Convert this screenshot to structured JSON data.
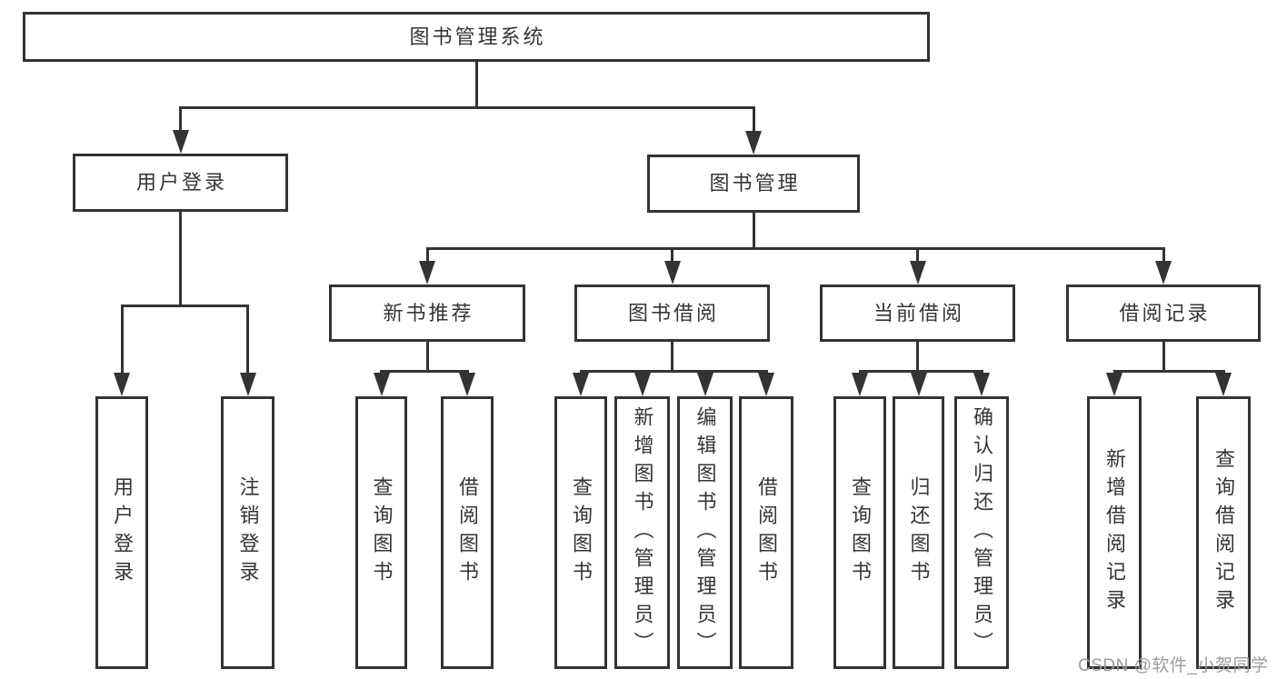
{
  "page": {
    "title": "图书管理系统"
  },
  "diagram": {
    "watermark": "CSDN @软件_小贺同学",
    "colors": {
      "background": "#ffffff",
      "box_fill": "#ffffff",
      "line": "#333333",
      "text": "#353535",
      "watermark": "#9b9b9b"
    },
    "tree": {
      "id": "root",
      "label": "图书管理系统",
      "children": [
        {
          "id": "user-login",
          "label": "用户登录",
          "children": [
            {
              "id": "leaf-user-login",
              "label": "用户登录"
            },
            {
              "id": "leaf-logout",
              "label": "注销登录"
            }
          ]
        },
        {
          "id": "book-mgmt",
          "label": "图书管理",
          "children": [
            {
              "id": "new-book-rec",
              "label": "新书推荐",
              "children": [
                {
                  "id": "nbr-query",
                  "label": "查询图书"
                },
                {
                  "id": "nbr-borrow",
                  "label": "借阅图书"
                }
              ]
            },
            {
              "id": "book-borrow",
              "label": "图书借阅",
              "children": [
                {
                  "id": "bb-query",
                  "label": "查询图书"
                },
                {
                  "id": "bb-add",
                  "label": "新增图书（管理员）"
                },
                {
                  "id": "bb-edit",
                  "label": "编辑图书（管理员）"
                },
                {
                  "id": "bb-borrow",
                  "label": "借阅图书"
                }
              ]
            },
            {
              "id": "current-borrow",
              "label": "当前借阅",
              "children": [
                {
                  "id": "cb-query",
                  "label": "查询图书"
                },
                {
                  "id": "cb-return",
                  "label": "归还图书"
                },
                {
                  "id": "cb-confirm",
                  "label": "确认归还（管理员）"
                }
              ]
            },
            {
              "id": "borrow-record",
              "label": "借阅记录",
              "children": [
                {
                  "id": "br-add",
                  "label": "新增借阅记录"
                },
                {
                  "id": "br-query",
                  "label": "查询借阅记录"
                }
              ]
            }
          ]
        }
      ]
    }
  }
}
